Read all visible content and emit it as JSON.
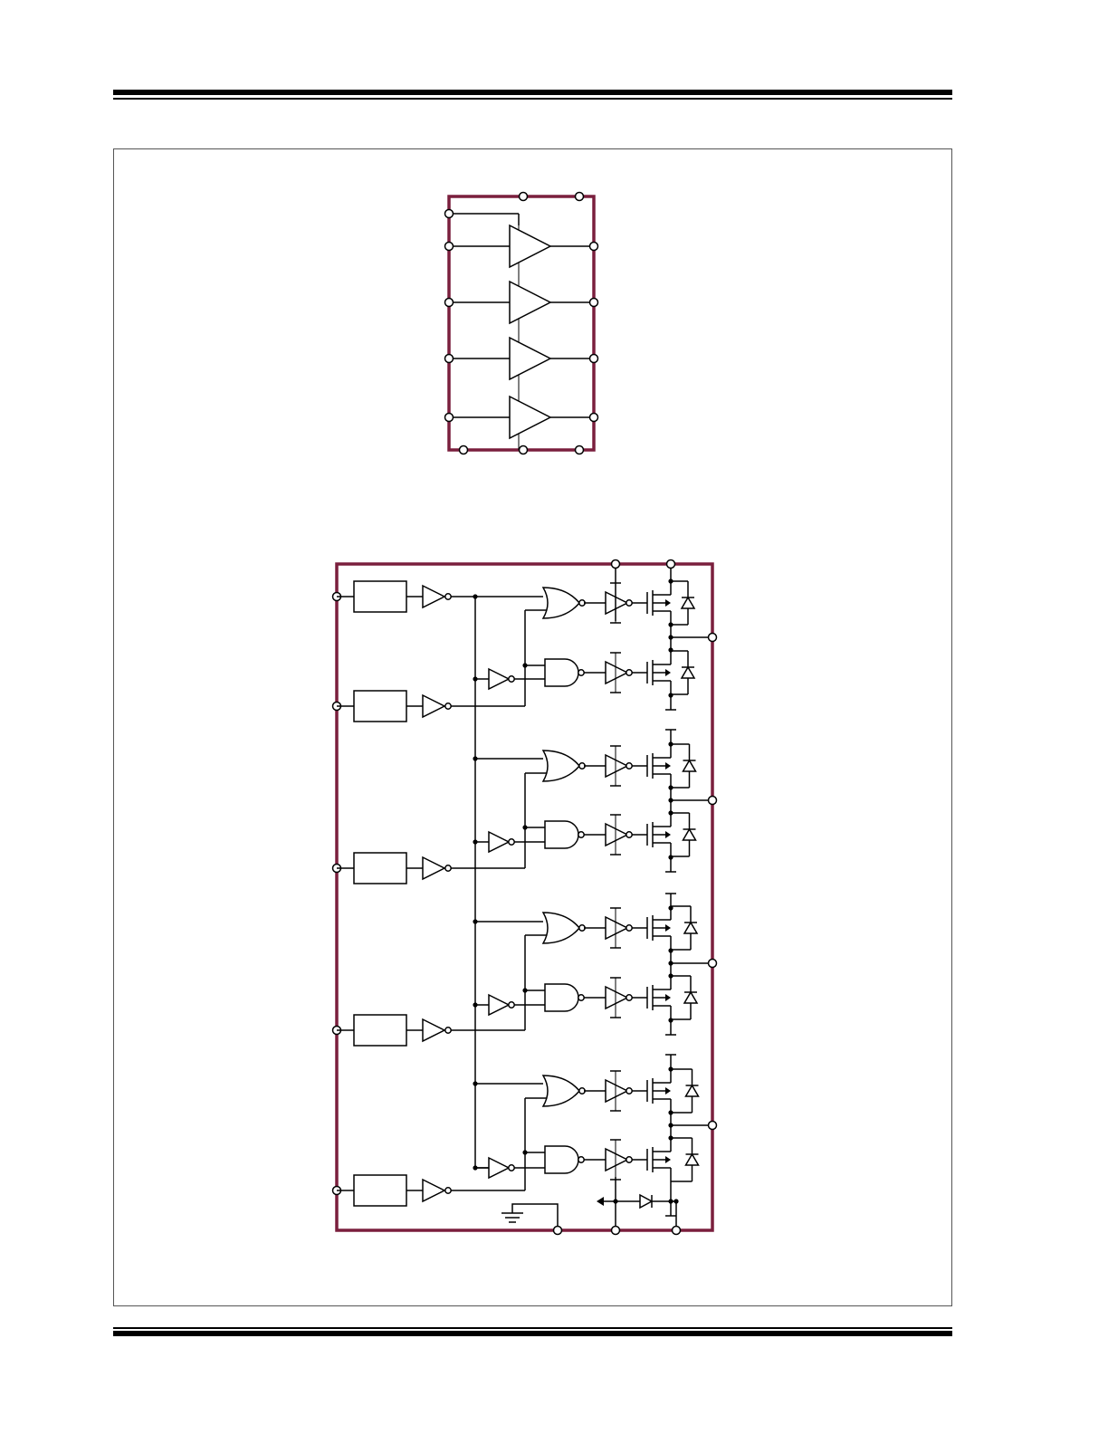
{
  "page": {
    "header_rule_color": "#000000",
    "footer_rule_color": "#000000"
  },
  "diagrams": {
    "border_color": "#7a1f3d",
    "buffer_block": {
      "icon": "buffer-triangle-icon",
      "channels": 4
    },
    "driver_block": {
      "icons": [
        "input-block-icon",
        "buffer-triangle-icon",
        "or-gate-icon",
        "and-gate-icon",
        "inverter-icon",
        "mosfet-icon",
        "diode-icon",
        "ground-icon"
      ],
      "channels": 4,
      "inputs": 5
    }
  }
}
